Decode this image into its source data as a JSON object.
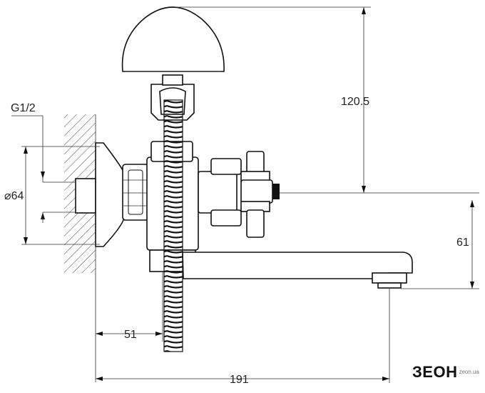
{
  "dimensions": {
    "thread": "G1/2",
    "flange_diameter": "⌀64",
    "shower_height": "120.5",
    "spout_height": "61",
    "wall_offset": "51",
    "spout_reach": "191"
  },
  "logo": {
    "word": "ЗЕОН",
    "sub": "zeon.ua"
  }
}
